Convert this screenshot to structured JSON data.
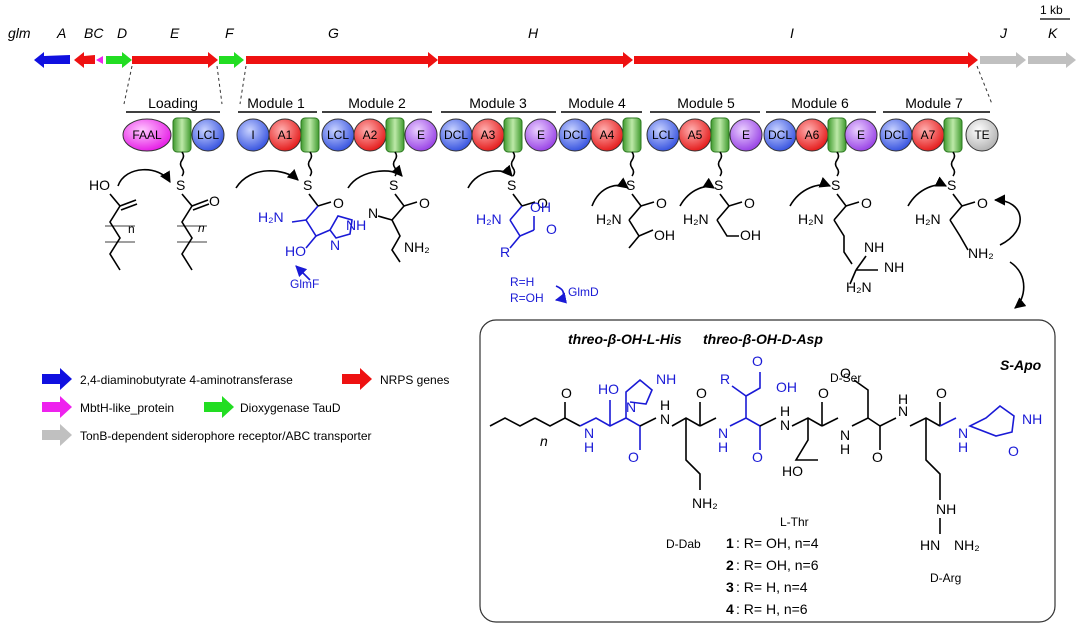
{
  "gene_cluster": {
    "cluster_label": "glm",
    "genes": [
      "A",
      "BC",
      "D",
      "E",
      "F",
      "G",
      "H",
      "I",
      "J",
      "K"
    ],
    "scale_label": "1 kb"
  },
  "modules": [
    "Loading",
    "Module 1",
    "Module 2",
    "Module 3",
    "Module 4",
    "Module 5",
    "Module 6",
    "Module 7"
  ],
  "domains": {
    "faal": "FAAL",
    "i": "I",
    "te": "TE",
    "lcl": "LCL",
    "dcl": "DCL",
    "e": "E",
    "a1": "A1",
    "a2": "A2",
    "a3": "A3",
    "a4": "A4",
    "a5": "A5",
    "a6": "A6",
    "a7": "A7"
  },
  "colors": {
    "aminotransferase": "#1010e0",
    "nrps": "#ee1111",
    "mbth": "#ee22ee",
    "dioxygenase": "#22dd22",
    "transporter": "#c0c0c0",
    "adenylation": "#ff4444",
    "condensation": "#5577ee",
    "epimerization": "#aa55ee",
    "pcp": "#44aa33"
  },
  "annotations": {
    "glmf": "GlmF",
    "glmd": "GlmD",
    "r_h": "R=H",
    "r_oh": "R=OH"
  },
  "legend": [
    {
      "label": "2,4-diaminobutyrate 4-aminotransferase",
      "color_key": "aminotransferase"
    },
    {
      "label": "NRPS genes",
      "color_key": "nrps"
    },
    {
      "label": "MbtH-like_protein",
      "color_key": "mbth"
    },
    {
      "label": "Dioxygenase TauD",
      "color_key": "dioxygenase"
    },
    {
      "label": "TonB-dependent siderophore receptor/ABC transporter",
      "color_key": "transporter"
    }
  ],
  "product": {
    "residue_labels": {
      "his": "threo-β-OH-L-His",
      "asp": "threo-β-OH-D-Asp",
      "ser": "D-Ser",
      "apo": "S-Apo",
      "dab": "D-Dab",
      "thr": "L-Thr",
      "arg": "D-Arg"
    },
    "compounds": [
      {
        "num": "1",
        "desc": ":  R= OH, n=4"
      },
      {
        "num": "2",
        "desc": ":  R= OH, n=6"
      },
      {
        "num": "3",
        "desc": ":  R= H, n=4"
      },
      {
        "num": "4",
        "desc": ":  R= H, n=6"
      }
    ]
  }
}
